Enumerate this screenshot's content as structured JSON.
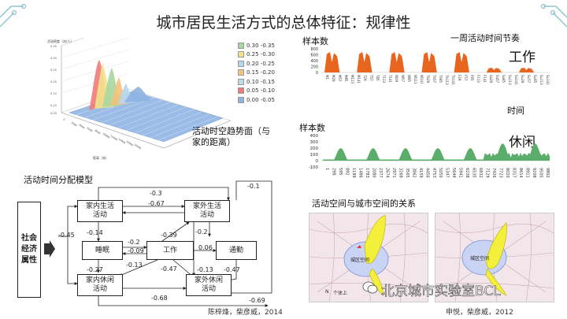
{
  "title": "城市居民生活方式的总体特征：规律性",
  "surface_chart": {
    "caption_line1": "活动时空趋势面（与",
    "caption_line2": "家的距离）",
    "ylabel_text": "活动密度（次/人）",
    "xlabel_text": "距离（米）",
    "legend": [
      {
        "label": "0.30 -0.35",
        "color": "#a8d6a0"
      },
      {
        "label": "0.25 -0.30",
        "color": "#f2e28c"
      },
      {
        "label": "0.20 -0.25",
        "color": "#b7d7ee"
      },
      {
        "label": "0.15 -0.20",
        "color": "#f4c27a"
      },
      {
        "label": "0.10 -0.15",
        "color": "#b7dde0"
      },
      {
        "label": "0.05 -0.10",
        "color": "#f07a7a"
      },
      {
        "label": "0.00 -0.05",
        "color": "#8fb3e0"
      }
    ]
  },
  "work_chart": {
    "sample_label": "样本数",
    "rhythm_label": "一周活动时间节奏",
    "type_label": "工作",
    "time_label": "时间",
    "color": "#e8651f",
    "y_ticks": [
      "800",
      "600",
      "400",
      "200",
      "0"
    ],
    "x_labels": [
      "M1",
      "M29",
      "M57",
      "M85",
      "M113",
      "M141",
      "T29",
      "T57",
      "T85",
      "T113",
      "T141",
      "W29",
      "W57",
      "W85",
      "W113",
      "W141",
      "Th29",
      "Th57",
      "Th85",
      "Th113",
      "Th141",
      "F29",
      "F57",
      "F85",
      "F113",
      "F141",
      "Sa29",
      "Sa57",
      "Sa85",
      "Sa113",
      "Sa141",
      "Su29",
      "Su57",
      "Su85",
      "Su113",
      "Su141"
    ]
  },
  "leisure_chart": {
    "sample_label": "样本数",
    "type_label": "休闲",
    "color": "#5aad6a",
    "y_ticks": [
      "400",
      "300",
      "200",
      "100",
      "0",
      "-100"
    ],
    "x_labels": [
      "1",
      "298",
      "595",
      "892",
      "1189",
      "1486",
      "1783",
      "2080",
      "2377",
      "2674",
      "2971",
      "3268",
      "3565",
      "3862",
      "4159",
      "4456",
      "4753",
      "5050",
      "5347",
      "5644",
      "5941",
      "6238",
      "6535",
      "6832",
      "7129",
      "7426",
      "7723",
      "8020",
      "8317",
      "8614",
      "8911",
      "9208",
      "9505",
      "9802"
    ]
  },
  "model": {
    "title": "活动时间分配模型",
    "side_label": [
      "社会",
      "经济",
      "属性"
    ],
    "nodes": {
      "home_life": "家内生活活动",
      "out_life": "家外生活活动",
      "sleep": "睡眠",
      "work": "工作",
      "commute": "通勤",
      "home_leisure": "家内休闲活动",
      "out_leisure": "家外休闲活动"
    },
    "coefficients": {
      "c_attr": "-0.45",
      "c_top1": "-0.3",
      "c_top2": "-0.67",
      "c_right_top": "-0.1",
      "c_hl_sleep": "-0.14",
      "c_sleep_work1": "-0.2",
      "c_sleep_work2": "-0.09",
      "c_work_ol": "-0.39",
      "c_ol_work": "-0.2",
      "c_sleep_hle": "-0.27",
      "c_work_hle": "-0.13",
      "c_work_comm": "0.06",
      "c_work_ole": "-0.47",
      "c_ole": "-0.13",
      "c_comm": "-0.47",
      "c_bottom1": "-0.68",
      "c_bottom2": "-0.69"
    }
  },
  "maps": {
    "title": "活动空间与城市空间的关系",
    "left_label": "城区空间",
    "right_label": "城区空间",
    "left_snippet": "个体上",
    "left_marker": "N"
  },
  "citations": {
    "left": "陈梓烽，柴彦威，2014",
    "right": "申悦，柴彦威，2012"
  },
  "watermark": "北京城市实验室BCL"
}
